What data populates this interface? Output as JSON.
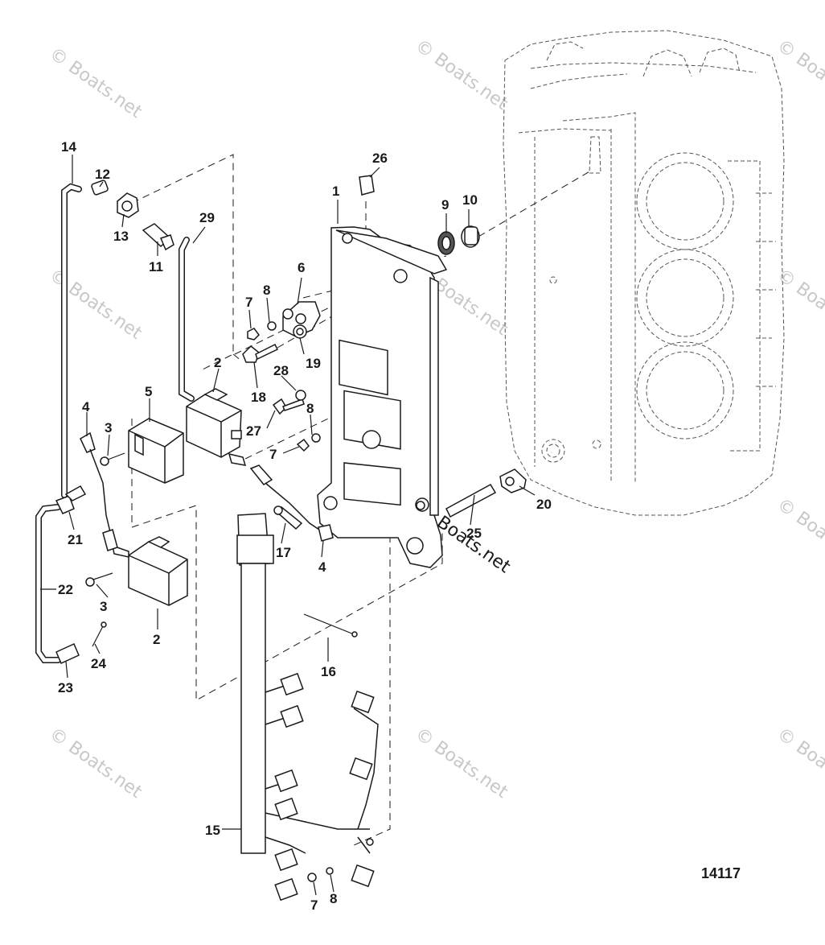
{
  "watermark": {
    "text": "© Boats.net",
    "prominent_text": "Boats.net"
  },
  "diagram_id": "14117",
  "labels": {
    "l1": "1",
    "l2a": "2",
    "l2b": "2",
    "l3a": "3",
    "l3b": "3",
    "l4a": "4",
    "l4b": "4",
    "l5": "5",
    "l6": "6",
    "l7a": "7",
    "l7b": "7",
    "l7c": "7",
    "l8a": "8",
    "l8b": "8",
    "l8c": "8",
    "l9": "9",
    "l10": "10",
    "l11": "11",
    "l12": "12",
    "l13": "13",
    "l14": "14",
    "l15": "15",
    "l16": "16",
    "l17": "17",
    "l18": "18",
    "l19": "19",
    "l20": "20",
    "l21": "21",
    "l22": "22",
    "l23": "23",
    "l24": "24",
    "l25": "25",
    "l26": "26",
    "l27": "27",
    "l28": "28",
    "l29": "29"
  }
}
